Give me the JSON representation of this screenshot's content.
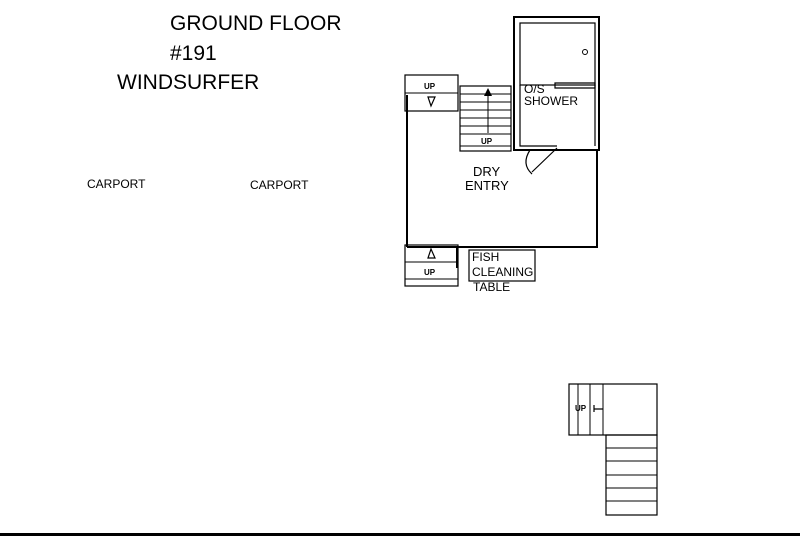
{
  "header": {
    "line1": "GROUND FLOOR",
    "line2": "#191",
    "line3": "WINDSURFER"
  },
  "labels": {
    "carport_left": "CARPORT",
    "carport_right": "CARPORT",
    "shower_line1": "O/S",
    "shower_line2": "SHOWER",
    "entry_line1": "DRY",
    "entry_line2": "ENTRY",
    "fish_line1": "FISH",
    "fish_line2": "CLEANING",
    "fish_line3": "TABLE",
    "up": "UP"
  }
}
